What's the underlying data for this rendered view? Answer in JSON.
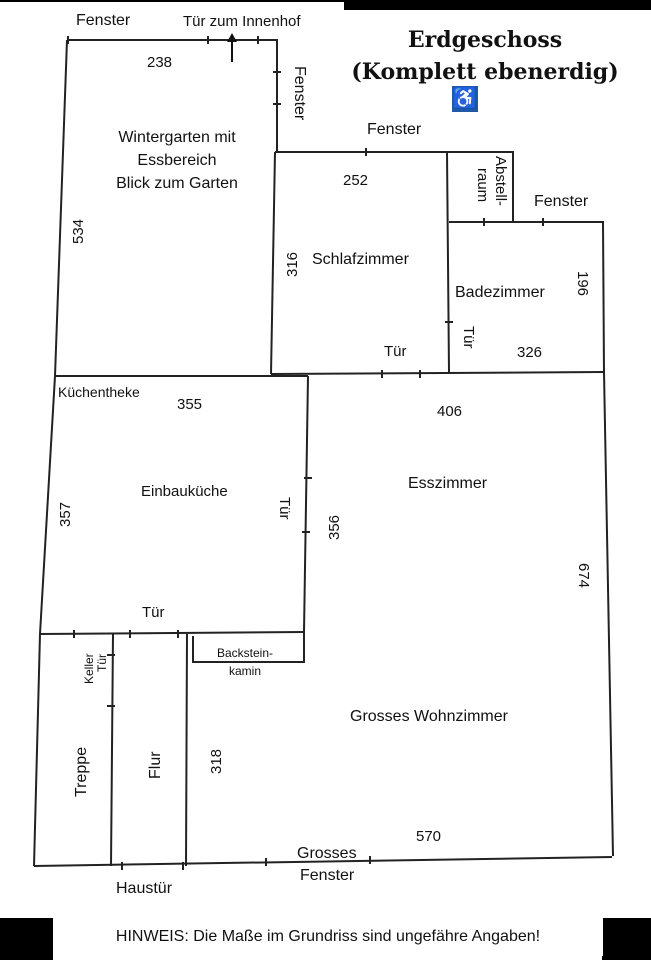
{
  "title": {
    "line1": "Erdgeschoss",
    "line2": "(Komplett ebenerdig)",
    "accessibility_icon": "wheelchair-icon",
    "accessibility_color": "#1e5aa8"
  },
  "rooms": {
    "wintergarten_line1": "Wintergarten mit",
    "wintergarten_line2": "Essbereich",
    "wintergarten_line3": "Blick zum Garten",
    "schlafzimmer": "Schlafzimmer",
    "abstellraum_line1": "Abstell-",
    "abstellraum_line2": "raum",
    "badezimmer": "Badezimmer",
    "kuechentheke": "Küchentheke",
    "einbaukueche": "Einbauküche",
    "esszimmer": "Esszimmer",
    "backsteinkamin_line1": "Backstein-",
    "backsteinkamin_line2": "kamin",
    "grosses_wohnzimmer": "Grosses Wohnzimmer",
    "treppe": "Treppe",
    "flur": "Flur"
  },
  "openings": {
    "fenster_top_left": "Fenster",
    "tuer_innenhof": "Tür zum Innenhof",
    "fenster_vertical": "Fenster",
    "fenster_schlafzimmer": "Fenster",
    "fenster_badezimmer": "Fenster",
    "tuer_schlafzimmer": "Tür",
    "tuer_badezimmer": "Tür",
    "tuer_kueche_esszimmer": "Tür",
    "tuer_kueche_flur": "Tür",
    "keller_label": "Keller",
    "keller_tuer": "Tür",
    "haustuer": "Haustür",
    "grosses_fenster_line1": "Grosses",
    "grosses_fenster_line2": "Fenster"
  },
  "dimensions": {
    "wintergarten_width": "238",
    "wintergarten_depth": "534",
    "schlafzimmer_width": "252",
    "schlafzimmer_depth": "316",
    "badezimmer_depth": "196",
    "badezimmer_width": "326",
    "kueche_width": "355",
    "kueche_depth": "357",
    "esszimmer_width": "406",
    "esszimmer_wall": "356",
    "wohnzimmer_depth": "674",
    "flur_depth": "318",
    "wohnzimmer_width": "570"
  },
  "note": "HINWEIS: Die Maße im Grundriss sind ungefähre Angaben!",
  "colors": {
    "frame": "#000000",
    "paper": "#ffffff",
    "wall": "#222222"
  }
}
